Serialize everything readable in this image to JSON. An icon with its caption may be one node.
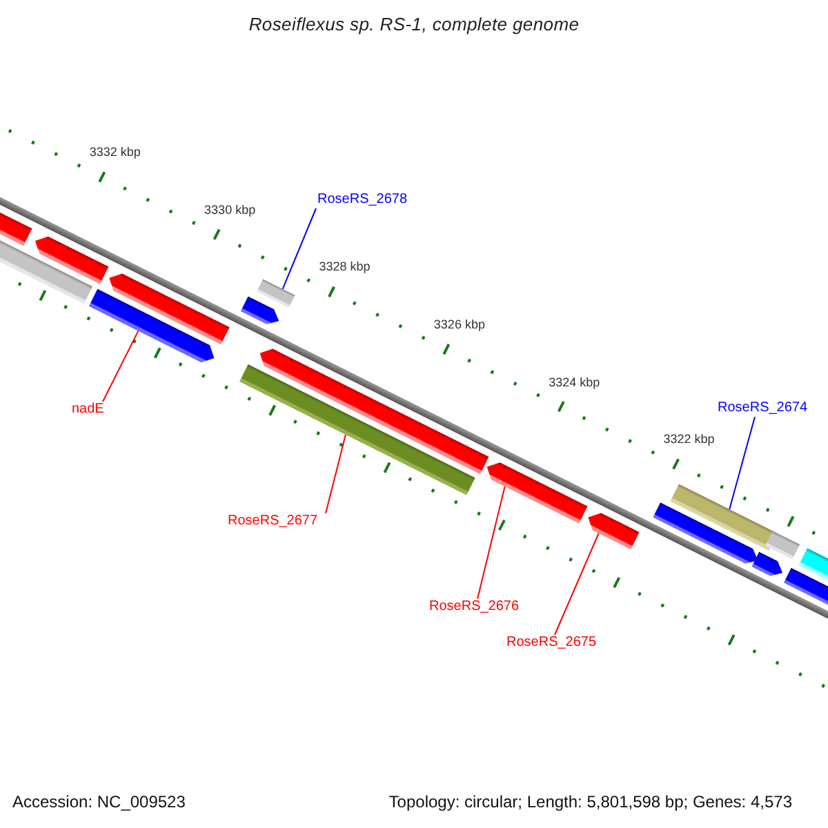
{
  "diagram": {
    "title": "Roseiflexus sp. RS-1, complete genome",
    "nodes": [
      {
        "text": [],
        "shape": "bar"
      },
      {
        "text": [],
        "shape": "bar"
      },
      {
        "text": [],
        "shape": "bar"
      },
      {
        "text": [],
        "shape": "bar"
      },
      {
        "text": [
          "nadE"
        ]
      },
      {
        "text": [],
        "shape": "bar"
      },
      {
        "text": [
          "RoseRS_2678"
        ]
      },
      {
        "text": [],
        "shape": "bar"
      },
      {
        "text": [],
        "shape": "bar"
      },
      {
        "text": [],
        "shape": "bar"
      },
      {
        "text": [
          "RoseRS_2677"
        ]
      },
      {
        "text": [],
        "shape": "bar"
      },
      {
        "text": [
          "RoseRS_2676"
        ]
      },
      {
        "text": [],
        "shape": "bar"
      },
      {
        "text": [
          "RoseRS_2675"
        ]
      },
      {
        "text": [],
        "shape": "bar"
      },
      {
        "text": [
          "RoseRS_2674"
        ]
      },
      {
        "text": [],
        "shape": "bar"
      },
      {
        "text": [],
        "shape": "bar"
      },
      {
        "text": [],
        "shape": "bar"
      },
      {
        "text": [],
        "shape": "bar"
      },
      {
        "text": [],
        "shape": "bar"
      },
      {
        "text": [],
        "shape": "bar"
      }
    ],
    "edges": [
      {
        "from": 4,
        "to": 5,
        "arrow": "none"
      },
      {
        "from": 6,
        "to": 7,
        "arrow": "none",
        "color": "#0000ff"
      },
      {
        "from": 10,
        "to": 11,
        "arrow": "none"
      },
      {
        "from": 12,
        "to": 13,
        "arrow": "none"
      },
      {
        "from": 14,
        "to": 15,
        "arrow": "none"
      },
      {
        "from": 16,
        "to": 17,
        "arrow": "none",
        "color": "#0000ff"
      }
    ],
    "labels": [
      "3332 kbp",
      "3330 kbp",
      "3328 kbp",
      "3326 kbp",
      "3324 kbp",
      "3322 kbp",
      "Accession: NC_009523",
      "Topology: circular; Length: 5,801,598 bp; Genes: 4,573"
    ]
  }
}
